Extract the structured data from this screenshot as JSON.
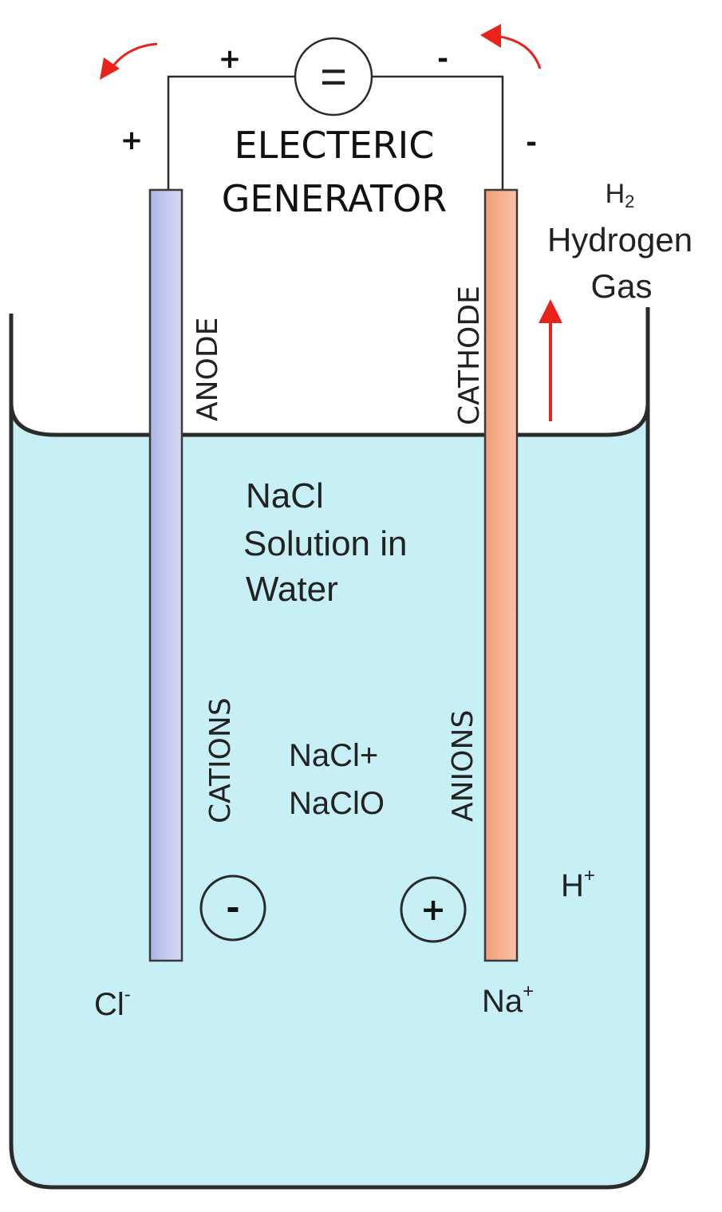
{
  "generator": {
    "label_line1": "ELECTERIC",
    "label_line2": "GENERATOR",
    "symbol": "=",
    "wire_plus": "+",
    "wire_minus": "-",
    "anode_terminal": "+",
    "cathode_terminal": "-"
  },
  "electrodes": {
    "anode": "ANODE",
    "cathode": "CATHODE",
    "anode_color": "#c5c9ee",
    "cathode_color": "#f6b08f"
  },
  "gas": {
    "formula": "H",
    "formula_sub": "2",
    "line1": "Hydrogen",
    "line2": "Gas"
  },
  "solution": {
    "line1": "NaCl",
    "line2": "Solution in",
    "line3": "Water",
    "mix_line1": "NaCl+",
    "mix_line2": "NaClO",
    "color": "#c6f0f5"
  },
  "ions": {
    "cations_label": "CATIONS",
    "anions_label": "ANIONS",
    "negative_sign": "-",
    "positive_sign": "+",
    "chloride": "Cl",
    "chloride_sup": "-",
    "sodium": "Na",
    "sodium_sup": "+",
    "hydrogen": "H",
    "hydrogen_sup": "+"
  },
  "colors": {
    "arrow": "#e8231c",
    "outline": "#2b2b2b"
  }
}
